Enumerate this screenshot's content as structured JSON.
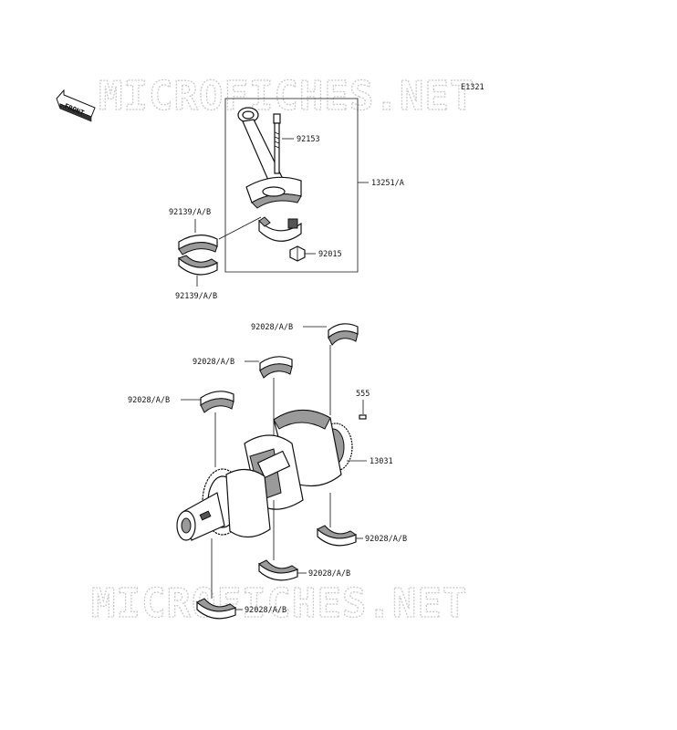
{
  "watermark": "MICROFICHES.NET",
  "diagram_code": "E1321",
  "front_label": "FRONT",
  "labels": {
    "connecting_rod_assy": "13251/A",
    "bolt": "92153",
    "nut": "92015",
    "rod_bearing_upper": "92139/A/B",
    "rod_bearing_lower": "92139/A/B",
    "crankshaft": "13031",
    "pin": "555",
    "main_bearing_1": "92028/A/B",
    "main_bearing_2": "92028/A/B",
    "main_bearing_3": "92028/A/B",
    "main_bearing_4": "92028/A/B",
    "main_bearing_5": "92028/A/B",
    "main_bearing_6": "92028/A/B"
  }
}
